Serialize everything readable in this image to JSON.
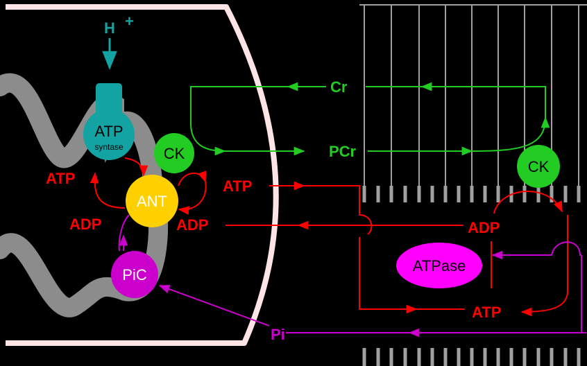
{
  "colors": {
    "background": "#000000",
    "membrane_outline": "#ffe4e6",
    "inner_membrane": "#8c8c8c",
    "green": "#22cc22",
    "red": "#ff0000",
    "magenta": "#cc00cc",
    "teal": "#13a3a3",
    "ant": "#ffd000",
    "atpase": "#ff00ff",
    "myofibril_lines": "#a0a0a0",
    "black_text": "#000000"
  },
  "labels": {
    "h_plus": "H",
    "plus_sign": "+",
    "cr": "Cr",
    "pcr": "PCr",
    "atp_left": "ATP",
    "adp_left": "ADP",
    "atp_mid": "ATP",
    "adp_mid": "ADP",
    "adp_right": "ADP",
    "atp_right": "ATP",
    "pi": "Pi"
  },
  "nodes": {
    "atp_synthase_main": "ATP",
    "atp_synthase_sub": "syntase",
    "ck_mito": "CK",
    "ck_cyto": "CK",
    "ant": "ANT",
    "pic": "PiC",
    "atpase": "ATPase"
  }
}
